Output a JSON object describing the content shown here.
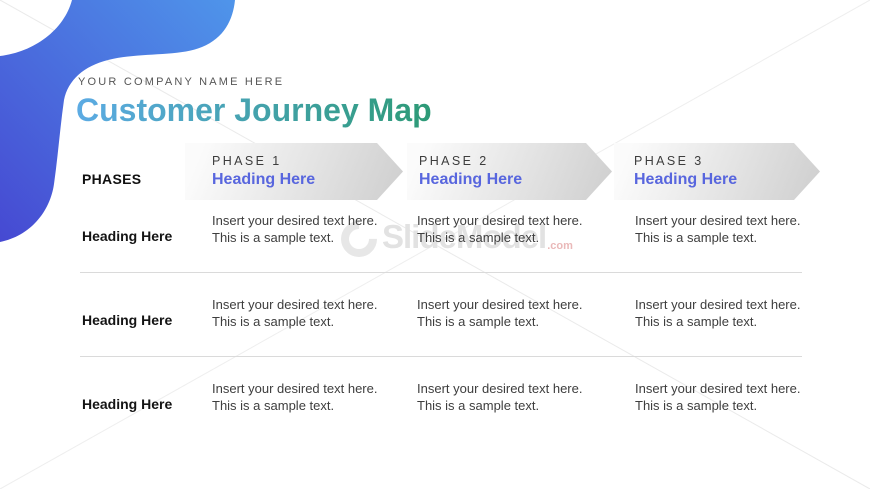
{
  "slide": {
    "company_name": "YOUR COMPANY NAME HERE",
    "title": "Customer Journey Map",
    "table": {
      "corner_label": "PHASES",
      "phases": [
        {
          "label": "PHASE 1",
          "heading": "Heading Here"
        },
        {
          "label": "PHASE 2",
          "heading": "Heading Here"
        },
        {
          "label": "PHASE 3",
          "heading": "Heading Here"
        }
      ],
      "rows": [
        {
          "heading": "Heading Here",
          "cells": [
            "Insert your desired text here. This is a sample text.",
            "Insert your desired text here. This is a sample text.",
            "Insert your desired text here. This is a sample text."
          ]
        },
        {
          "heading": "Heading Here",
          "cells": [
            "Insert your desired text here. This is a sample text.",
            "Insert your desired text here. This is a sample text.",
            "Insert your desired text here. This is a sample text."
          ]
        },
        {
          "heading": "Heading Here",
          "cells": [
            "Insert your desired text here. This is a sample text.",
            "Insert your desired text here. This is a sample text.",
            "Insert your desired text here. This is a sample text."
          ]
        }
      ]
    },
    "watermark": {
      "brand": "SlideModel",
      "tld": ".com"
    },
    "colors": {
      "title_gradient_start": "#5CABE4",
      "title_gradient_end": "#2D9A76",
      "phase_heading": "#5866DE",
      "blob_gradient_start": "#4649D2",
      "blob_gradient_end": "#4F95EA",
      "arrow_fill_light": "#fbfbfb",
      "arrow_fill_dark": "#cecece"
    }
  }
}
